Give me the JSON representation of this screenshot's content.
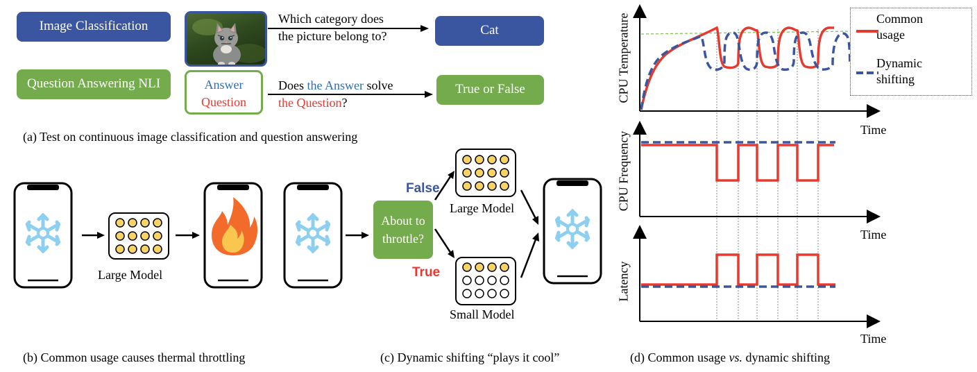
{
  "panel_a": {
    "task1_label": "Image Classification",
    "task1_question_line1": "Which category does",
    "task1_question_line2": "the picture belong to?",
    "task1_answer": "Cat",
    "task2_label": "Question Answering NLI",
    "task2_box_answer": "Answer",
    "task2_box_question": "Question",
    "task2_q_prefix": "Does ",
    "task2_q_answer": "the Answer",
    "task2_q_mid": " solve",
    "task2_q_question": "the Question",
    "task2_q_suffix": "?",
    "task2_answer": "True or False",
    "caption": "(a) Test on continuous image classification and question answering"
  },
  "panel_b": {
    "model_label": "Large Model",
    "caption": "(b) Common usage causes thermal throttling"
  },
  "panel_c": {
    "decision_label_line1": "About to",
    "decision_label_line2": "throttle?",
    "false_label": "False",
    "true_label": "True",
    "large_model_label": "Large Model",
    "small_model_label": "Small Model",
    "caption": "(c) Dynamic shifting “plays it cool”"
  },
  "panel_d": {
    "plot1_ylabel": "CPU Temperature",
    "plot2_ylabel": "CPU Frequency",
    "plot3_ylabel": "Latency",
    "xlabel": "Time",
    "legend_common_line1": "Common",
    "legend_common_line2": "usage",
    "legend_dynamic_line1": "Dynamic",
    "legend_dynamic_line2": "shifting",
    "caption_prefix": "(d) Common usage ",
    "caption_vs": "vs.",
    "caption_suffix": " dynamic shifting"
  },
  "colors": {
    "blue_box": "#3b56a0",
    "green_box": "#74ab4d",
    "red_line": "#e8392e",
    "blue_dash": "#3b56a0",
    "threshold_green": "#7cc04a",
    "chip_yellow": "#f6d365",
    "flame_orange": "#f26b2b",
    "flame_yellow": "#f9c74f",
    "snowflake": "#8dcff0",
    "text_blue": "#2e6fb5",
    "text_red": "#e8392e"
  },
  "icons": [
    "cat-photo",
    "snowflake-icon",
    "flame-icon",
    "chip-icon",
    "phone-icon",
    "arrow-icon"
  ]
}
